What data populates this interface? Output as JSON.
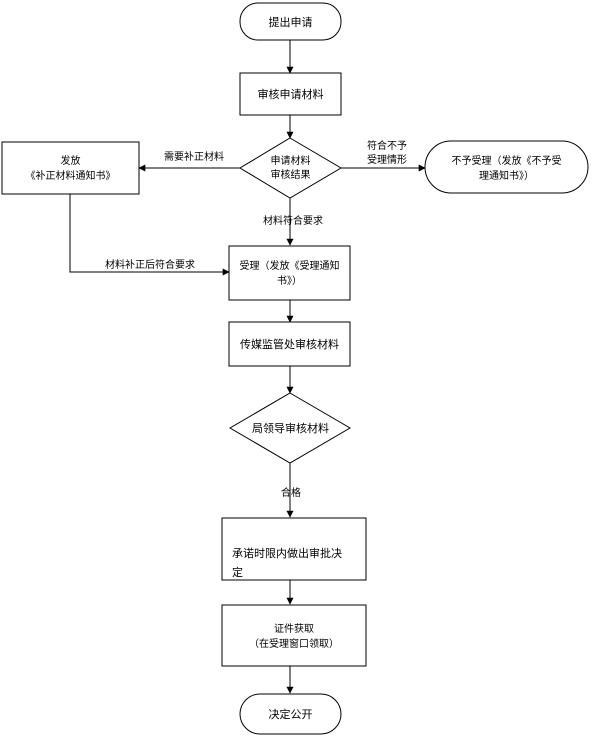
{
  "nodes": {
    "submit": {
      "lines": [
        "提出申请"
      ]
    },
    "review": {
      "lines": [
        "审核申请材料"
      ]
    },
    "decide": {
      "lines": [
        "申请材料",
        "审核结果"
      ]
    },
    "correct": {
      "lines": [
        "发放",
        "《补正材料通知书》"
      ]
    },
    "reject": {
      "lines": [
        "不予受理（发放《不予受",
        "理通知书》）"
      ]
    },
    "accept": {
      "lines": [
        "受理（发放《受理通知",
        "书》）"
      ]
    },
    "media": {
      "lines": [
        "传媒监管处审核材料"
      ]
    },
    "leader": {
      "lines": [
        "局领导审核材料"
      ]
    },
    "promise": {
      "lines": [
        "承诺时限内做出审批决",
        "定"
      ]
    },
    "cert": {
      "lines": [
        "证件获取",
        "（在受理窗口领取）"
      ]
    },
    "publish": {
      "lines": [
        "决定公开"
      ]
    }
  },
  "edge_labels": {
    "need_correct": "需要补正材料",
    "not_meet": [
      "符合不予",
      "受理情形"
    ],
    "meet": "材料符合要求",
    "after_correct": "材料补正后符合要求",
    "qualified": "合格"
  }
}
